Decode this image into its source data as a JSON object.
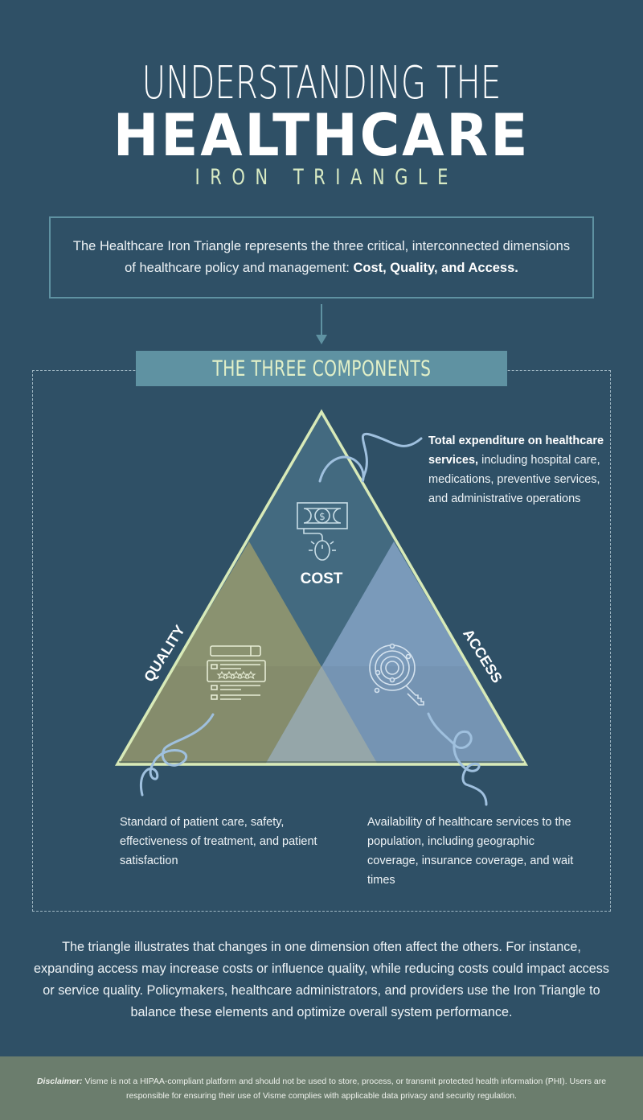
{
  "header": {
    "line1": "UNDERSTANDING THE",
    "line2": "HEALTHCARE",
    "line3": "IRON TRIANGLE"
  },
  "intro": {
    "text": "The Healthcare Iron Triangle represents the three critical, interconnected dimensions of healthcare policy and management: ",
    "emphasis": "Cost, Quality, and Access."
  },
  "section": {
    "title": "THE THREE COMPONENTS"
  },
  "components": {
    "cost": {
      "label": "COST",
      "icon": "money-bill-mouse-icon",
      "desc_bold": "Total expenditure on healthcare services,",
      "desc": " including hospital care, medications, preventive services, and administrative operations"
    },
    "quality": {
      "label": "QUALITY",
      "icon": "rating-review-form-icon",
      "desc": "Standard of patient care, safety, effectiveness of treatment, and patient satisfaction"
    },
    "access": {
      "label": "ACCESS",
      "icon": "key-search-target-icon",
      "desc": "Availability of healthcare services to the population, including geographic coverage, insurance coverage, and wait times"
    }
  },
  "summary": {
    "text": "The triangle illustrates that changes in one dimension often affect the others. For instance, expanding access may increase costs or influence quality, while reducing costs could impact access or service quality. Policymakers, healthcare administrators, and providers use the Iron Triangle to balance these elements and optimize overall system performance."
  },
  "footer": {
    "label": "Disclaimer:",
    "text": " Visme is not a HIPAA-compliant platform and should not be used to store, process, or transmit protected health information (PHI). Users are responsible for ensuring their use of Visme complies with applicable data privacy and security regulation."
  },
  "colors": {
    "background": "#2f5066",
    "accent_teal": "#5f92a2",
    "title_green": "#d9ebc4",
    "quality_fill": "#8a9270",
    "access_fill": "#7a9aba",
    "cost_fill": "#436a80",
    "overlap_fill": "#9badb0",
    "triangle_outline": "#d8eab8",
    "swirl": "#9fc0de",
    "footer_bg": "#6b7d6d"
  }
}
